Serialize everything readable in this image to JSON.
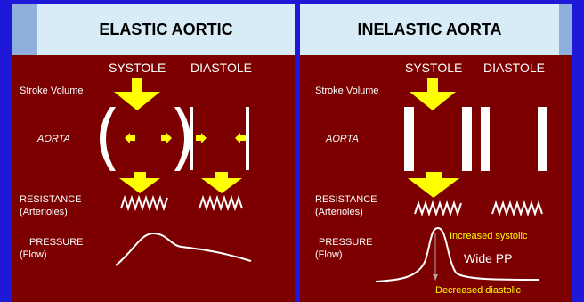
{
  "headers": {
    "left": "ELASTIC AORTIC",
    "right": "INELASTIC AORTA"
  },
  "phases": {
    "systole": "SYSTOLE",
    "diastole": "DIASTOLE"
  },
  "labels": {
    "stroke_volume": "Stroke Volume",
    "aorta": "AORTA",
    "resistance": "RESISTANCE",
    "arterioles": "(Arterioles)",
    "pressure": "PRESSURE",
    "flow": "(Flow)"
  },
  "annotations": {
    "increased_systolic": "Increased systolic",
    "wide_pp": "Wide PP",
    "decreased_diastolic": "Decreased diastolic"
  },
  "colors": {
    "background": "#1e18d8",
    "panel": "#7d0000",
    "header": "#d7ecf6",
    "arrow": "#ffff00",
    "annotation": "#ffff00",
    "line": "#ffffff"
  }
}
